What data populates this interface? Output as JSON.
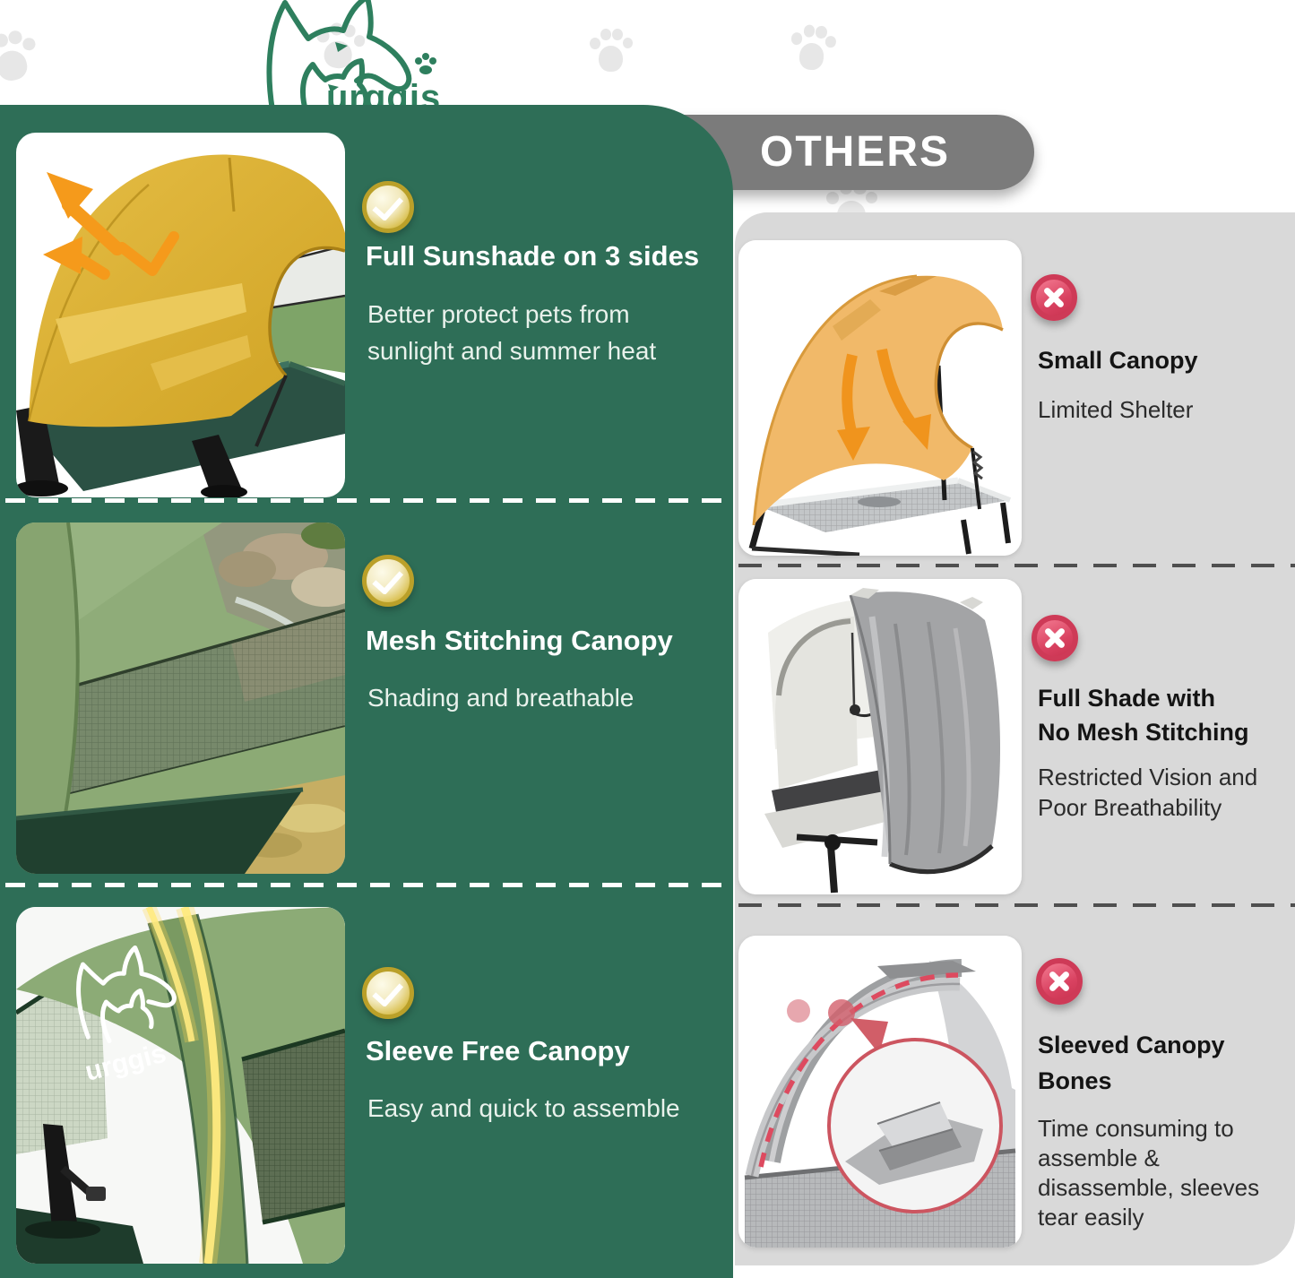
{
  "brand": {
    "logo_text": "urggis",
    "logo_icon": "dog-cat-outline-icon"
  },
  "ours_panel": {
    "features": [
      {
        "icon": "check-icon",
        "title": "Full Sunshade on 3 sides",
        "desc_lines": [
          "Better protect pets from",
          "sunlight and summer heat"
        ],
        "photo": "yellow-canopy-pet-cot-with-expand-arrows"
      },
      {
        "icon": "check-icon",
        "title": "Mesh Stitching Canopy",
        "desc_lines": [
          "Shading and breathable"
        ],
        "photo": "green-canopy-mesh-closeup"
      },
      {
        "icon": "check-icon",
        "title": "Sleeve Free Canopy",
        "desc_lines": [
          "Easy and quick to assemble"
        ],
        "photo": "green-canopy-sleeve-free-pole-glow"
      }
    ]
  },
  "others_panel": {
    "header": "OTHERS",
    "drawbacks": [
      {
        "icon": "cross-icon",
        "title_lines": [
          "Small Canopy"
        ],
        "desc_lines": [
          "Limited Shelter"
        ],
        "photo": "orange-small-canopy-on-cot"
      },
      {
        "icon": "cross-icon",
        "title_lines": [
          "Full Shade with",
          "No Mesh Stitching"
        ],
        "desc_lines": [
          "Restricted Vision and",
          "Poor Breathability"
        ],
        "photo": "gray-full-cover-shade"
      },
      {
        "icon": "cross-icon",
        "title_lines": [
          "Sleeved Canopy",
          "Bones"
        ],
        "desc_lines": [
          "Time consuming to",
          "assemble &",
          "disassemble, sleeves",
          "tear easily"
        ],
        "photo": "sleeved-canopy-bones-magnified-tear"
      }
    ]
  },
  "colors": {
    "panel_green": "#2e6e57",
    "panel_gray": "#d9d9d9",
    "others_pill_gray": "#7b7b7b",
    "check_gold": "#c9ad35",
    "cross_red": "#d23b58",
    "brand_green": "#2e7f5e",
    "arrow_orange": "#f0941d",
    "canopy_yellow": "#d9ab2b",
    "canopy_sage": "#8fac79"
  }
}
